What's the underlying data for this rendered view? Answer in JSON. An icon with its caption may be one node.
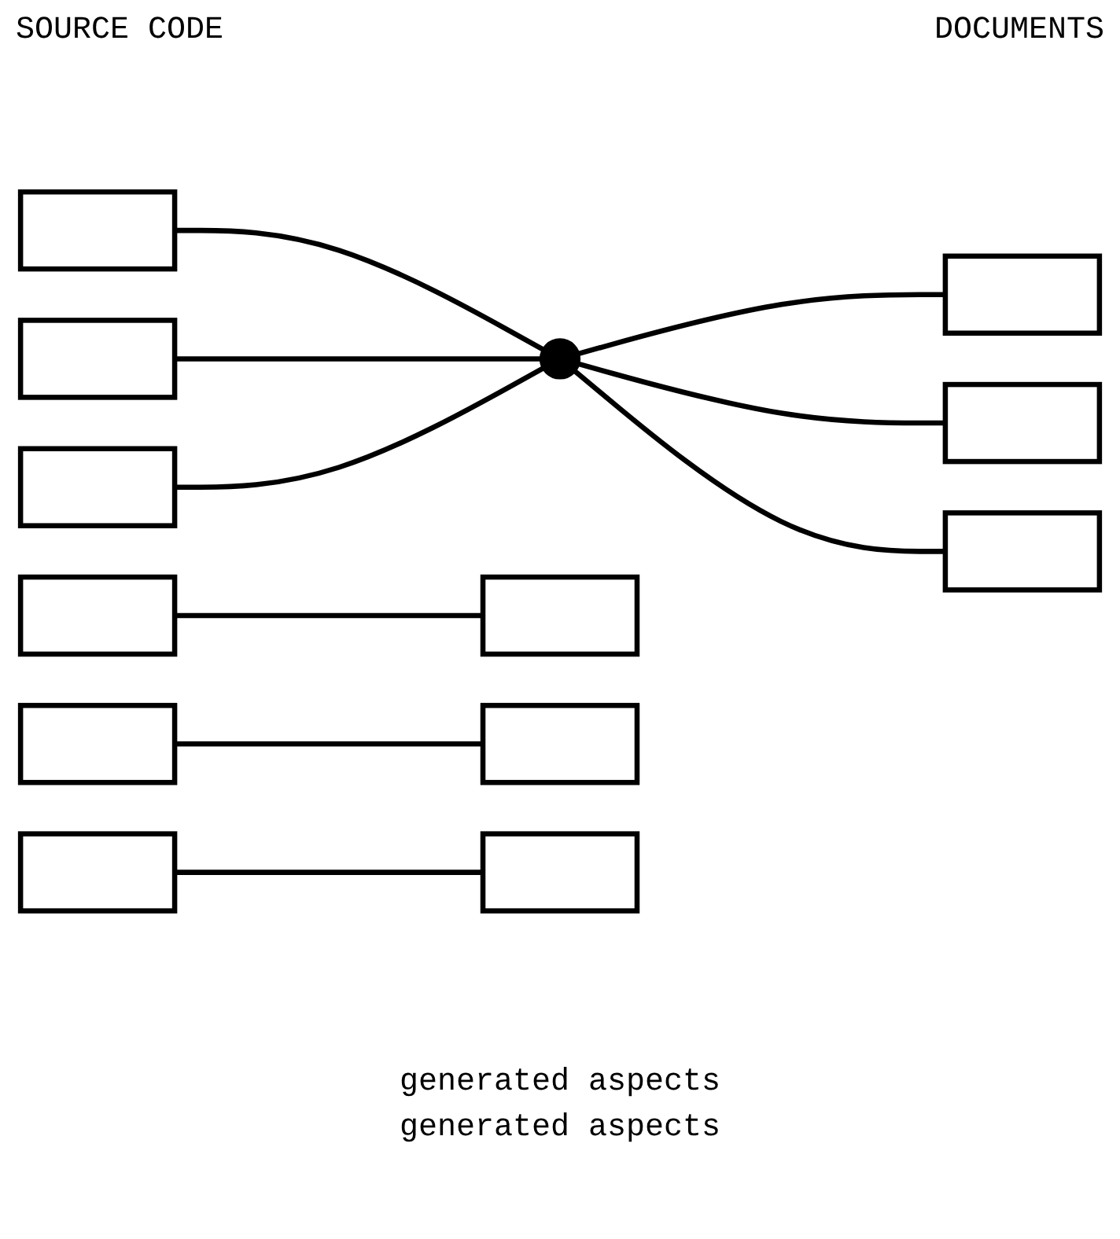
{
  "diagram": {
    "nodes": [
      {
        "text": [],
        "shape": "box"
      },
      {
        "text": [],
        "shape": "box"
      },
      {
        "text": [],
        "shape": "box"
      },
      {
        "text": [],
        "shape": "box"
      },
      {
        "text": [],
        "shape": "box"
      },
      {
        "text": [],
        "shape": "box"
      },
      {
        "text": [],
        "shape": "circle"
      },
      {
        "text": [],
        "shape": "box"
      },
      {
        "text": [],
        "shape": "box"
      },
      {
        "text": [],
        "shape": "box"
      },
      {
        "text": [],
        "shape": "box"
      },
      {
        "text": [],
        "shape": "box"
      },
      {
        "text": [],
        "shape": "box"
      }
    ],
    "edges": [
      {
        "from": 0,
        "to": 6,
        "arrow": "none"
      },
      {
        "from": 1,
        "to": 6,
        "arrow": "none"
      },
      {
        "from": 2,
        "to": 6,
        "arrow": "none"
      },
      {
        "from": 6,
        "to": 3,
        "arrow": "none"
      },
      {
        "from": 6,
        "to": 4,
        "arrow": "none"
      },
      {
        "from": 6,
        "to": 5,
        "arrow": "none"
      },
      {
        "from": 7,
        "to": 10,
        "arrow": "none"
      },
      {
        "from": 8,
        "to": 12,
        "arrow": "none"
      },
      {
        "from": 9,
        "to": 11,
        "arrow": "none"
      }
    ],
    "labels": [
      "SOURCE CODE",
      "DOCUMENTS",
      "generated aspects",
      "generated aspects"
    ]
  }
}
